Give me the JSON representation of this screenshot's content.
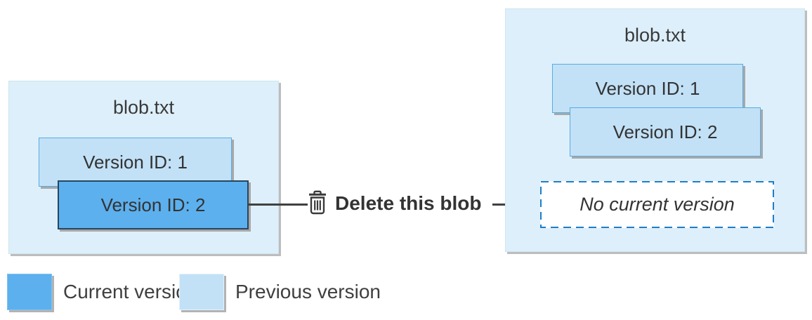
{
  "before": {
    "title": "blob.txt",
    "versions": [
      {
        "label": "Version ID: 1",
        "state": "previous"
      },
      {
        "label": "Version ID: 2",
        "state": "current"
      }
    ]
  },
  "action": {
    "icon": "trash-icon",
    "label": "Delete this blob"
  },
  "after": {
    "title": "blob.txt",
    "versions": [
      {
        "label": "Version ID: 1",
        "state": "previous"
      },
      {
        "label": "Version ID: 2",
        "state": "previous"
      }
    ],
    "no_current_label": "No current version"
  },
  "legend": {
    "items": [
      {
        "label": "Current version",
        "color": "#5cb0ee"
      },
      {
        "label": "Previous version",
        "color": "#c2e1f7"
      }
    ]
  },
  "colors": {
    "container_fill": "#ddeffa",
    "current_fill": "#5cb0ee",
    "current_border": "#28455e",
    "previous_fill": "#c2e1f7",
    "previous_border": "#56ace4",
    "dashed_border": "#1f7ec6",
    "connector": "#404040",
    "text": "#3a3a3a"
  }
}
